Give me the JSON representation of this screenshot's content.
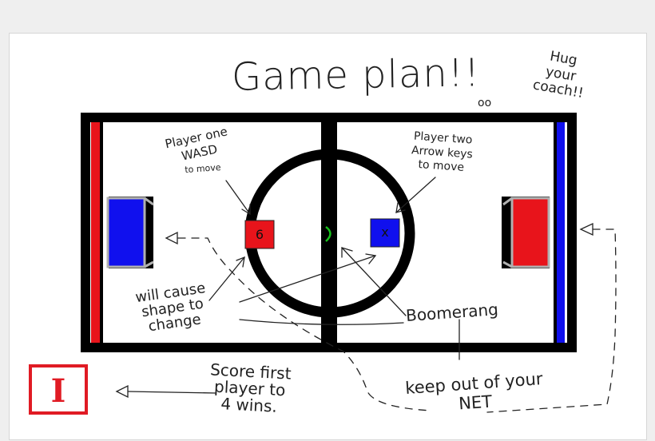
{
  "title": "Game plan!!",
  "title_mark": "oo",
  "side_note": [
    "Hug",
    "your",
    "coach!!"
  ],
  "player_one": {
    "line1": "Player one",
    "line2": "WASD",
    "line3": "to move",
    "glyph": "6"
  },
  "player_two": {
    "line1": "Player two",
    "line2": "Arrow keys",
    "line3": "to move",
    "glyph": "x"
  },
  "shape_note": [
    "will cause",
    "shape to",
    "change"
  ],
  "boomerang_label": "Boomerang",
  "score_note": [
    "Score first",
    "player to",
    "4 wins."
  ],
  "net_note": [
    "keep out of your",
    "NET"
  ],
  "logo_letter": "I",
  "colors": {
    "red": "#e8141b",
    "blue": "#1010ee",
    "field_border": "#000000",
    "goal_frame": "#b0b0b0",
    "boomerang": "#17c21c",
    "logo": "#e01b24"
  }
}
